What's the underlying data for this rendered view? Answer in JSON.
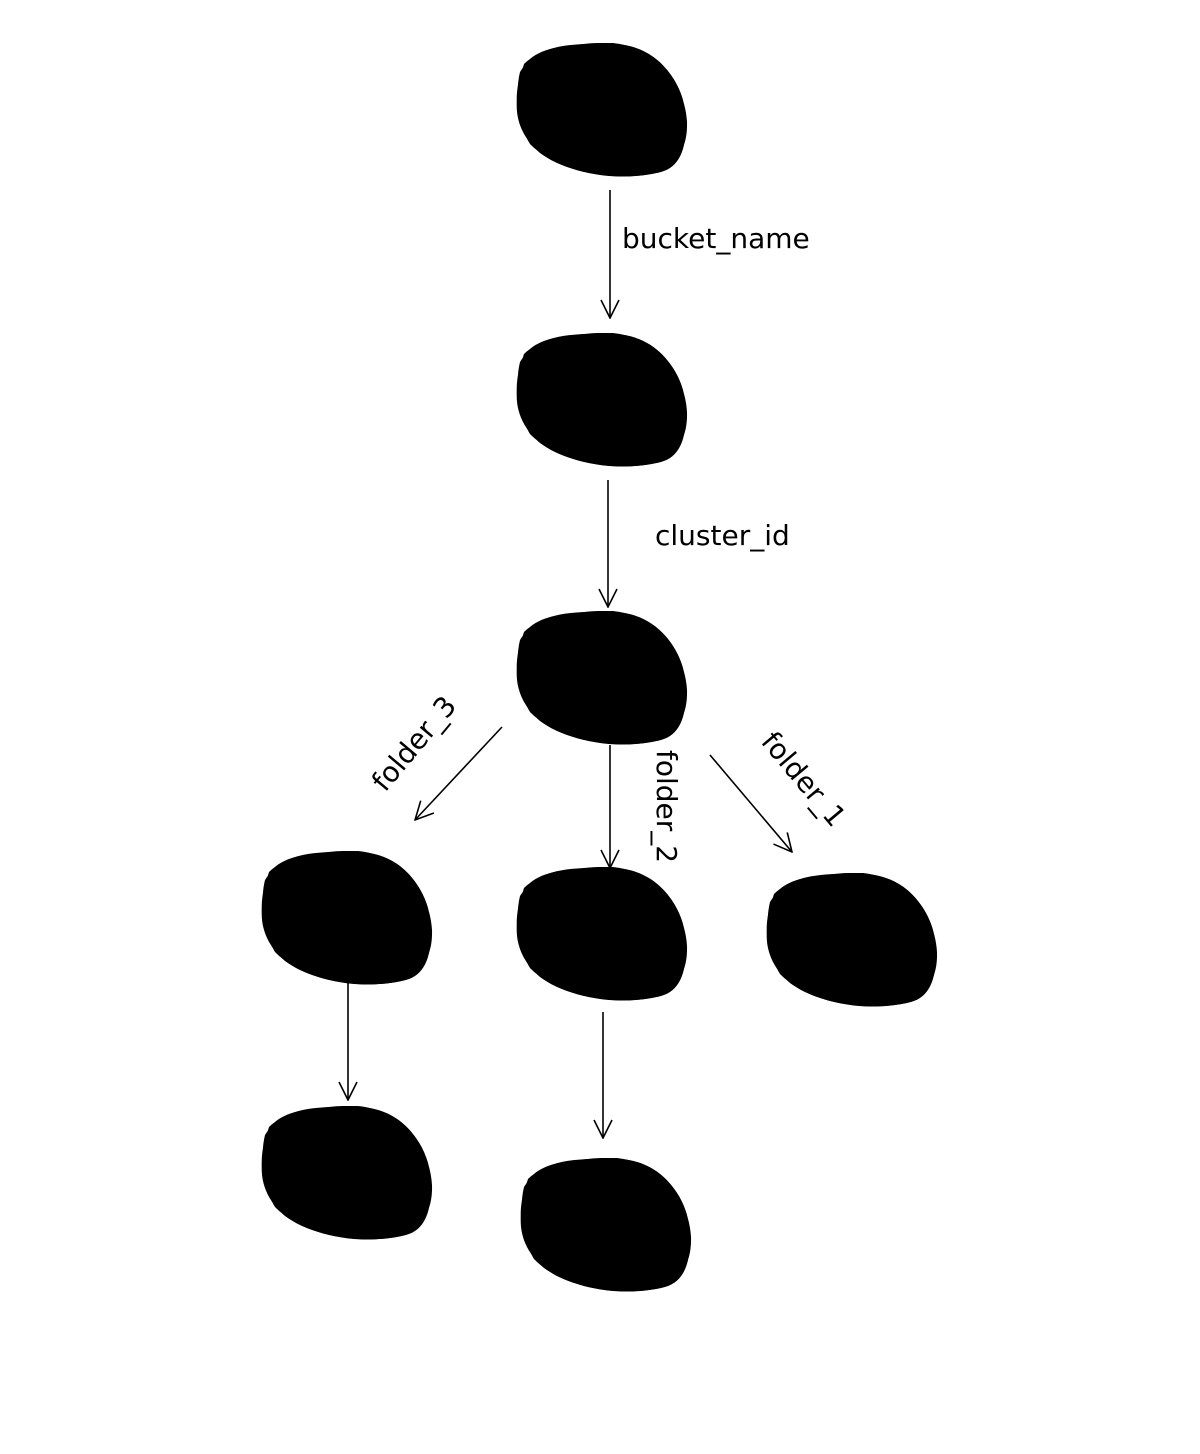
{
  "diagram": {
    "nodes": [
      {
        "id": "root"
      },
      {
        "id": "bucket"
      },
      {
        "id": "cluster"
      },
      {
        "id": "folder3"
      },
      {
        "id": "folder2"
      },
      {
        "id": "folder1"
      },
      {
        "id": "folder3-child"
      },
      {
        "id": "folder2-child"
      }
    ],
    "edges": [
      {
        "from": "root",
        "to": "bucket",
        "label": "bucket_name"
      },
      {
        "from": "bucket",
        "to": "cluster",
        "label": "cluster_id"
      },
      {
        "from": "cluster",
        "to": "folder3",
        "label": "folder_3"
      },
      {
        "from": "cluster",
        "to": "folder2",
        "label": "folder_2"
      },
      {
        "from": "cluster",
        "to": "folder1",
        "label": "folder_1"
      },
      {
        "from": "folder3",
        "to": "folder3-child",
        "label": ""
      },
      {
        "from": "folder2",
        "to": "folder2-child",
        "label": ""
      }
    ],
    "colors": {
      "stroke": "#000000",
      "background": "#ffffff"
    }
  }
}
